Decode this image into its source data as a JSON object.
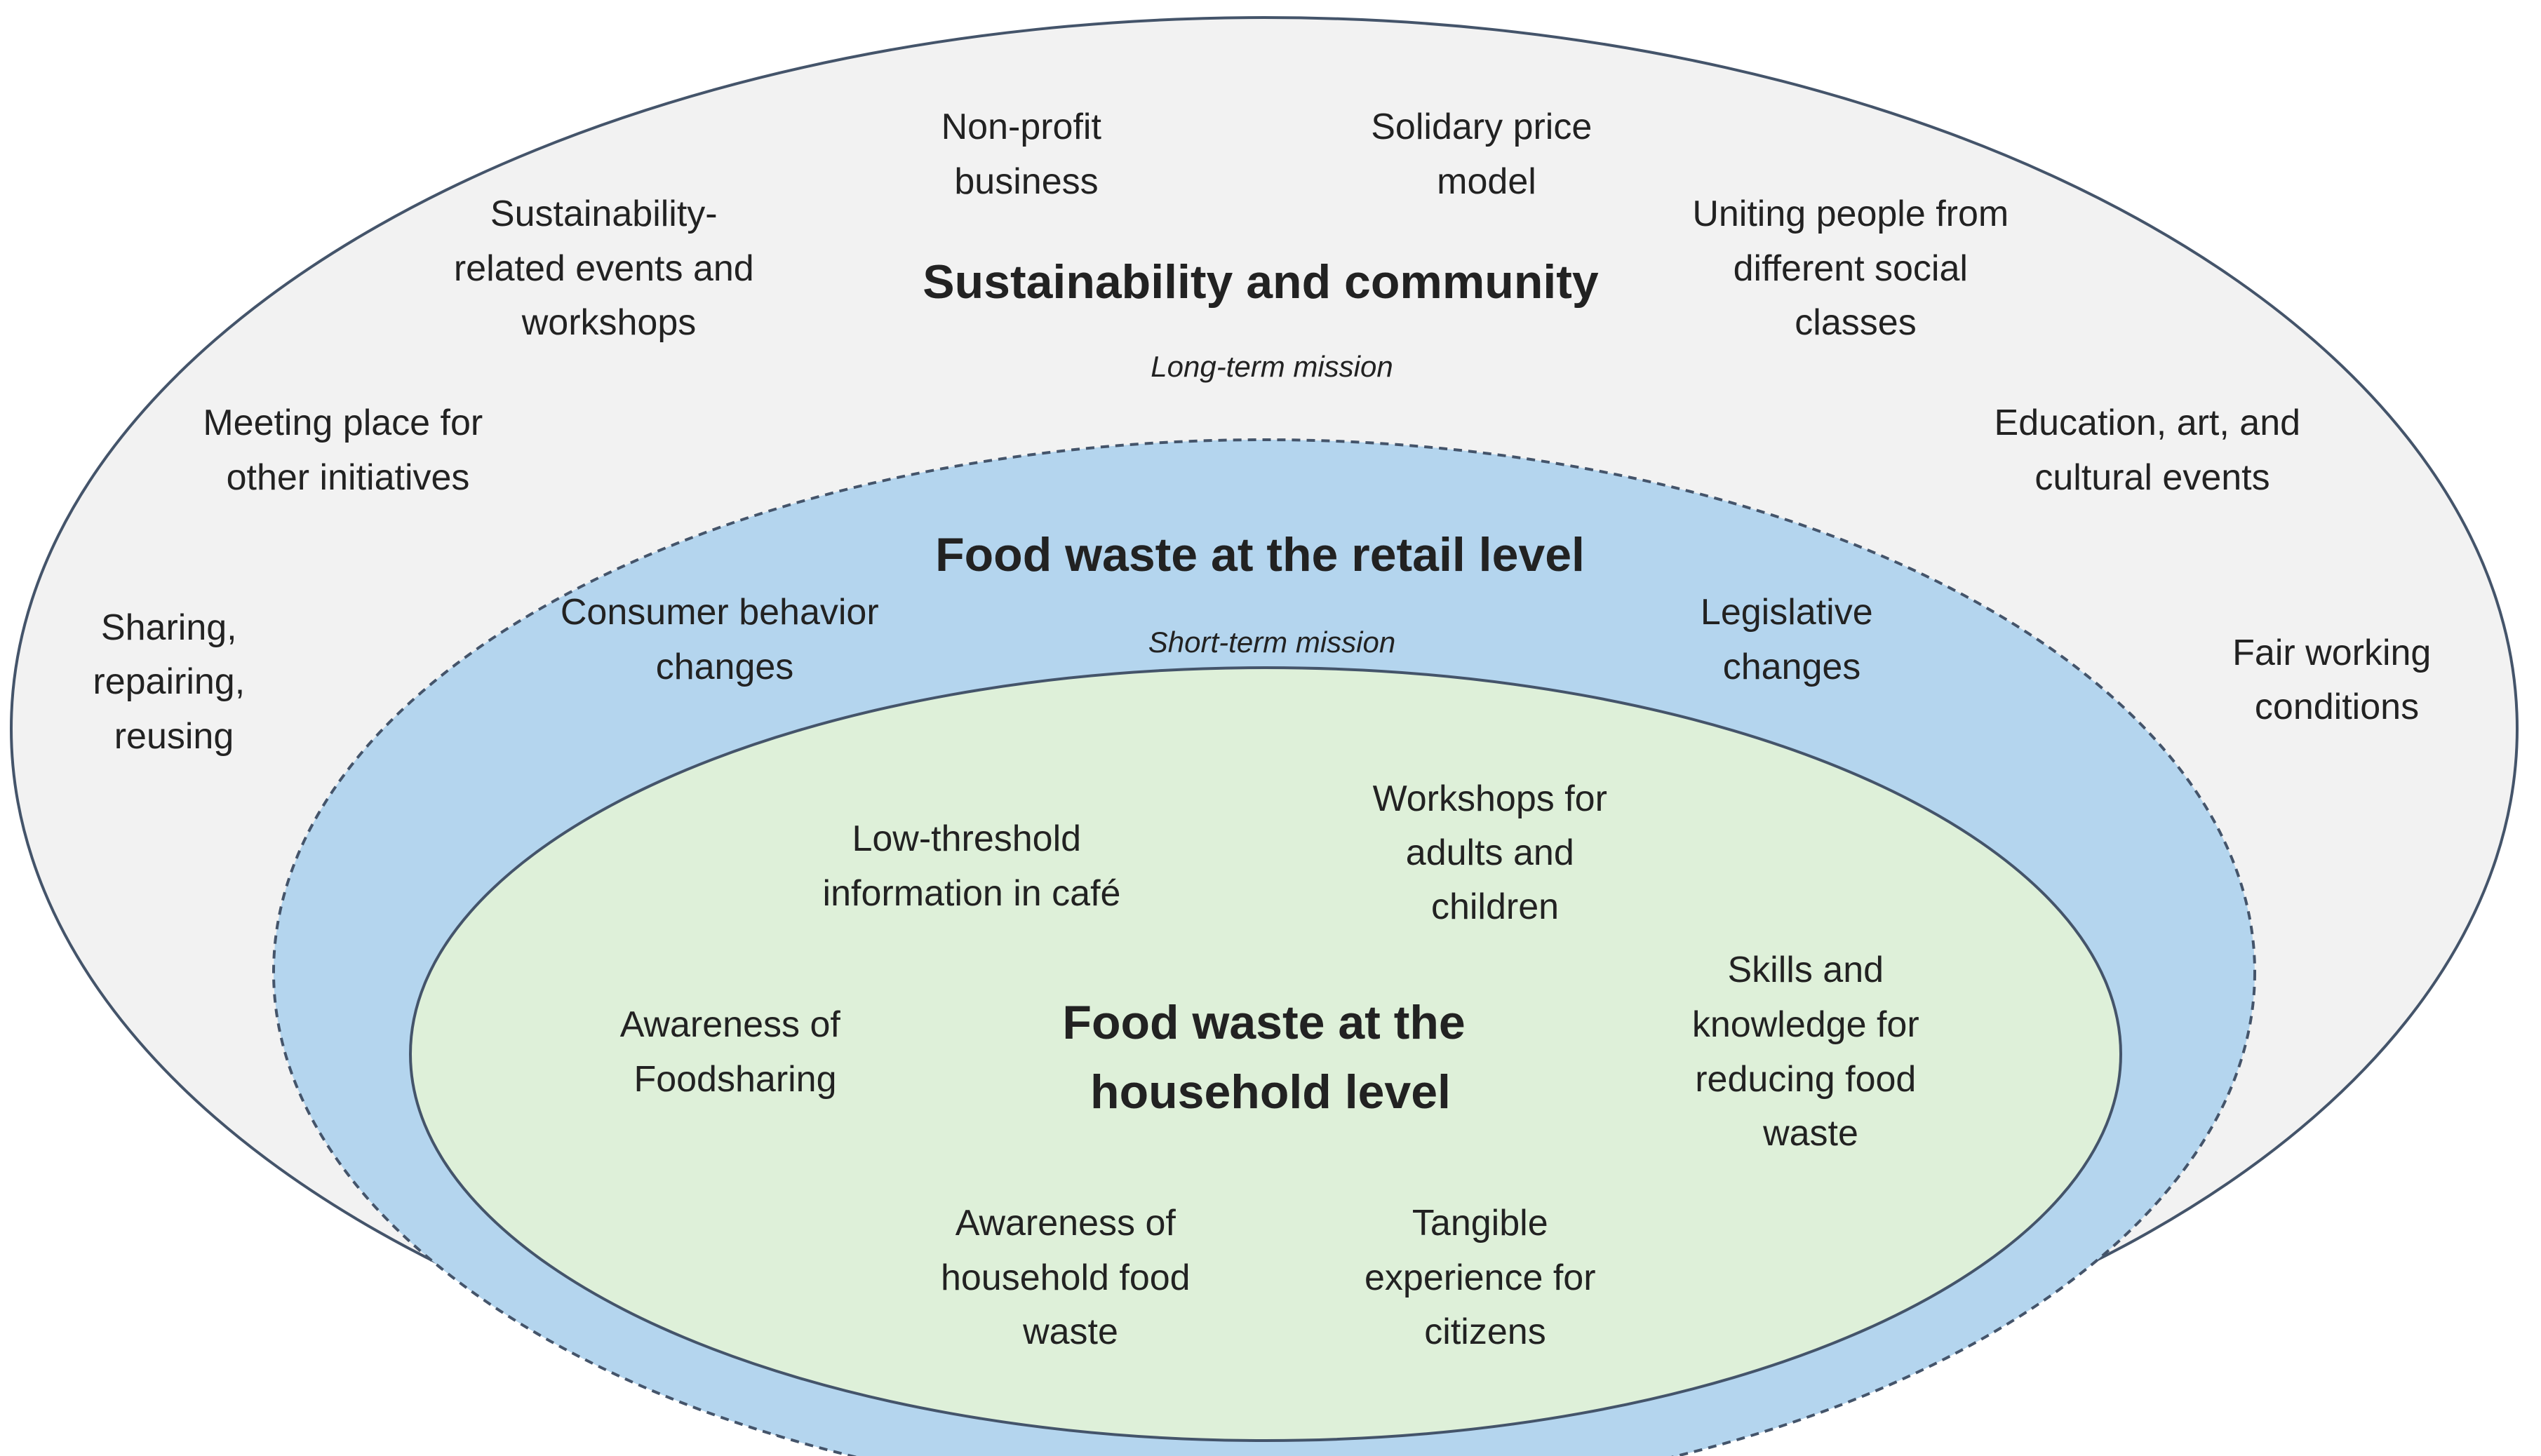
{
  "colors": {
    "outer_fill": "#f2f2f2",
    "outer_stroke": "#44546a",
    "middle_fill": "#b4d5ee",
    "middle_stroke": "#44546a",
    "inner_fill": "#def0d9",
    "inner_stroke": "#44546a",
    "text": "#222222"
  },
  "outer": {
    "title": "Sustainability and community",
    "mission": "Long-term mission",
    "items": [
      {
        "id": "non-profit",
        "lines": [
          "Non-profit",
          "business"
        ]
      },
      {
        "id": "solidary-price",
        "lines": [
          "Solidary price",
          "model"
        ]
      },
      {
        "id": "sustainability-events",
        "lines": [
          "Sustainability-",
          "related events and",
          "workshops"
        ]
      },
      {
        "id": "uniting-people",
        "lines": [
          "Uniting people from",
          "different social",
          "classes"
        ]
      },
      {
        "id": "meeting-place",
        "lines": [
          "Meeting place for",
          "other initiatives"
        ]
      },
      {
        "id": "education-art",
        "lines": [
          "Education, art, and",
          "cultural events"
        ]
      },
      {
        "id": "sharing-repairing",
        "lines": [
          "Sharing,",
          "repairing,",
          "reusing"
        ]
      },
      {
        "id": "fair-working",
        "lines": [
          "Fair working",
          "conditions"
        ]
      }
    ]
  },
  "middle": {
    "title": "Food waste at the retail level",
    "mission": "Short-term mission",
    "items": [
      {
        "id": "consumer-behavior",
        "lines": [
          "Consumer behavior",
          "changes"
        ]
      },
      {
        "id": "legislative",
        "lines": [
          "Legislative",
          "changes"
        ]
      }
    ]
  },
  "inner": {
    "title_lines": [
      "Food waste at the",
      "household level"
    ],
    "items": [
      {
        "id": "low-threshold",
        "lines": [
          "Low-threshold",
          "information in café"
        ]
      },
      {
        "id": "workshops-adults",
        "lines": [
          "Workshops for",
          "adults and",
          "children"
        ]
      },
      {
        "id": "awareness-foodsharing",
        "lines": [
          "Awareness of",
          "Foodsharing"
        ]
      },
      {
        "id": "skills-knowledge",
        "lines": [
          "Skills and",
          "knowledge for",
          "reducing food",
          "waste"
        ]
      },
      {
        "id": "awareness-household",
        "lines": [
          "Awareness of",
          "household food",
          "waste"
        ]
      },
      {
        "id": "tangible-experience",
        "lines": [
          "Tangible",
          "experience for",
          "citizens"
        ]
      }
    ]
  }
}
